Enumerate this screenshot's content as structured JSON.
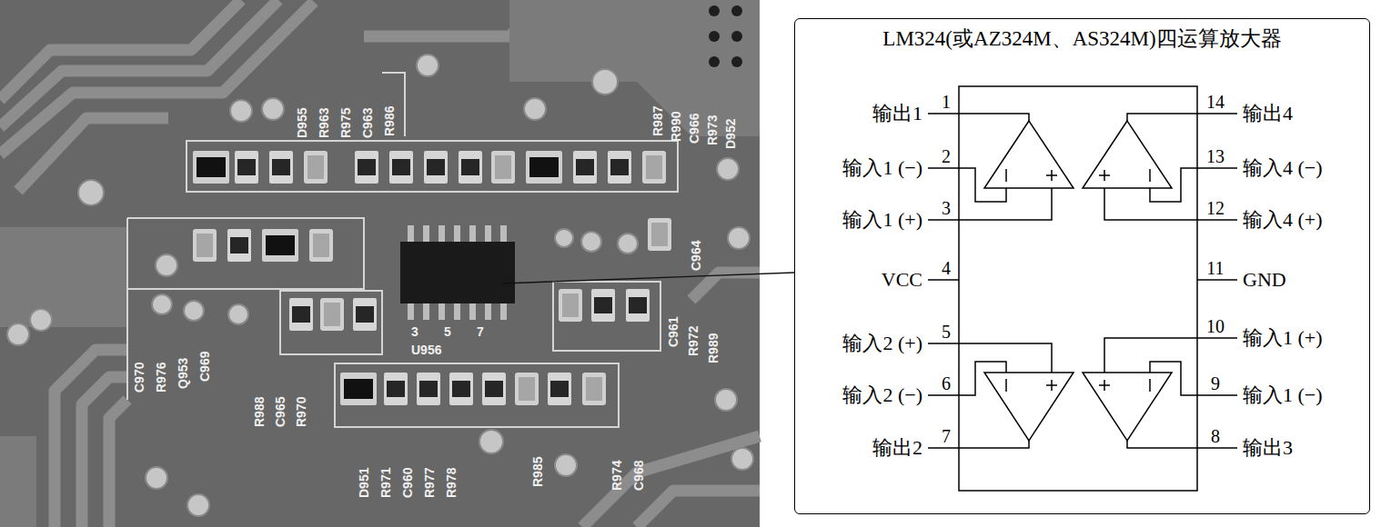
{
  "diagram": {
    "nodes": [
      {
        "text": [
          "LM324(或AZ324M、AS324M)四运算放大器"
        ]
      }
    ],
    "labels": [
      "D955",
      "R963",
      "R975",
      "C963",
      "R986",
      "R987",
      "R990",
      "C966",
      "R973",
      "D952",
      "C964",
      "C961",
      "R972",
      "R989",
      "C970",
      "R976",
      "Q953",
      "C969",
      "U956",
      "3",
      "5",
      "7",
      "R988",
      "C965",
      "R970",
      "D951",
      "R971",
      "C960",
      "R977",
      "R978",
      "R985",
      "R974",
      "C968",
      "1",
      "输出1",
      "2",
      "输入1 (−)",
      "3",
      "输入1 (+)",
      "4",
      "VCC",
      "5",
      "输入2 (+)",
      "6",
      "输入2 (−)",
      "7",
      "输出2",
      "14",
      "输出4",
      "13",
      "输入4 (−)",
      "12",
      "输入4 (+)",
      "11",
      "GND",
      "10",
      "输入1 (+)",
      "9",
      "输入1 (−)",
      "8",
      "输出3"
    ]
  }
}
